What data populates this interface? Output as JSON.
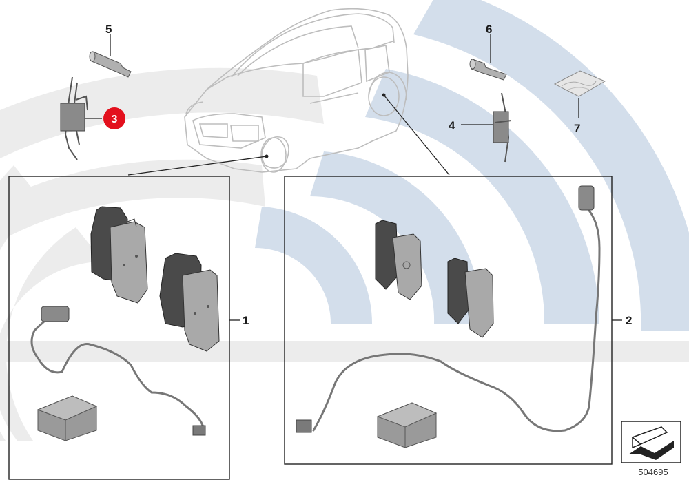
{
  "diagram_id": "504695",
  "callouts": {
    "c1": "1",
    "c2": "2",
    "c3": "3",
    "c4": "4",
    "c5": "5",
    "c6": "6",
    "c7": "7"
  },
  "highlighted_callout": "3",
  "colors": {
    "watermark": "#c9d6e6",
    "watermark_gray": "#e3e3e3",
    "pad_dark": "#4a4a4a",
    "pad_light": "#a9a9a9",
    "highlight": "#e3101d",
    "line": "#222222"
  }
}
